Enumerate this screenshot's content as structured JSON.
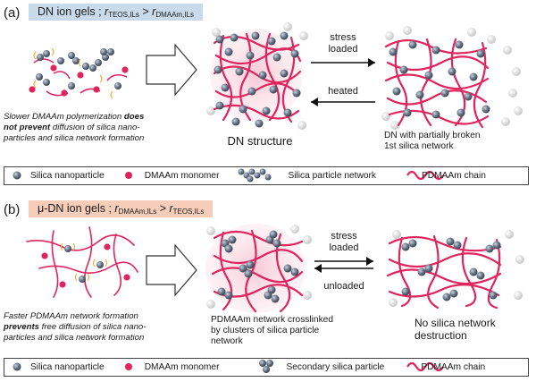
{
  "panel_a": {
    "label": "(a)",
    "title_prefix": "DN ion gels ; ",
    "title_r1": "r",
    "title_r1_sub": "TEOS,ILs",
    "title_op": " > ",
    "title_r2": "r",
    "title_r2_sub": "DMAAm,ILs",
    "caption_1": "Slower DMAAm polymerization ",
    "caption_bold": "does",
    "caption_2": "not prevent",
    "caption_3": " diffusion of silica nano-",
    "caption_4": "particles and silica network formation",
    "structure_label": "DN structure",
    "arrow_top_line1": "stress",
    "arrow_top_line2": "loaded",
    "arrow_bottom": "heated",
    "right_label_1": "DN with partially broken",
    "right_label_2": "1st silica network",
    "legend": [
      "Silica nanoparticle",
      "DMAAm monomer",
      "Silica particle network",
      "PDMAAm chain"
    ]
  },
  "panel_b": {
    "label": "(b)",
    "title_prefix": "μ-DN ion gels ; ",
    "title_r1": "r",
    "title_r1_sub": "DMAAm,ILs",
    "title_op": " > ",
    "title_r2": "r",
    "title_r2_sub": "TEOS,ILs",
    "caption_1": "Faster PDMAAm network formation",
    "caption_2": "prevents",
    "caption_3": " free diffusion of silica nano-",
    "caption_4": "particles and silica network formation",
    "middle_label_1": "PDMAAm network crosslinked",
    "middle_label_2": "by clusters of silica particle",
    "middle_label_3": "network",
    "arrow_top_line1": "stress",
    "arrow_top_line2": "loaded",
    "arrow_bottom": "unloaded",
    "right_label_1": "No silica network",
    "right_label_2": "destruction",
    "legend": [
      "Silica nanoparticle",
      "DMAAm monomer",
      "Secondary silica particle",
      "PDMAAm chain"
    ]
  },
  "colors": {
    "title_a_bg": "#c9dbeb",
    "title_b_bg": "#f6cdb8",
    "silica": "#5d6b7d",
    "monomer": "#e0245e",
    "chain": "#e0245e"
  }
}
